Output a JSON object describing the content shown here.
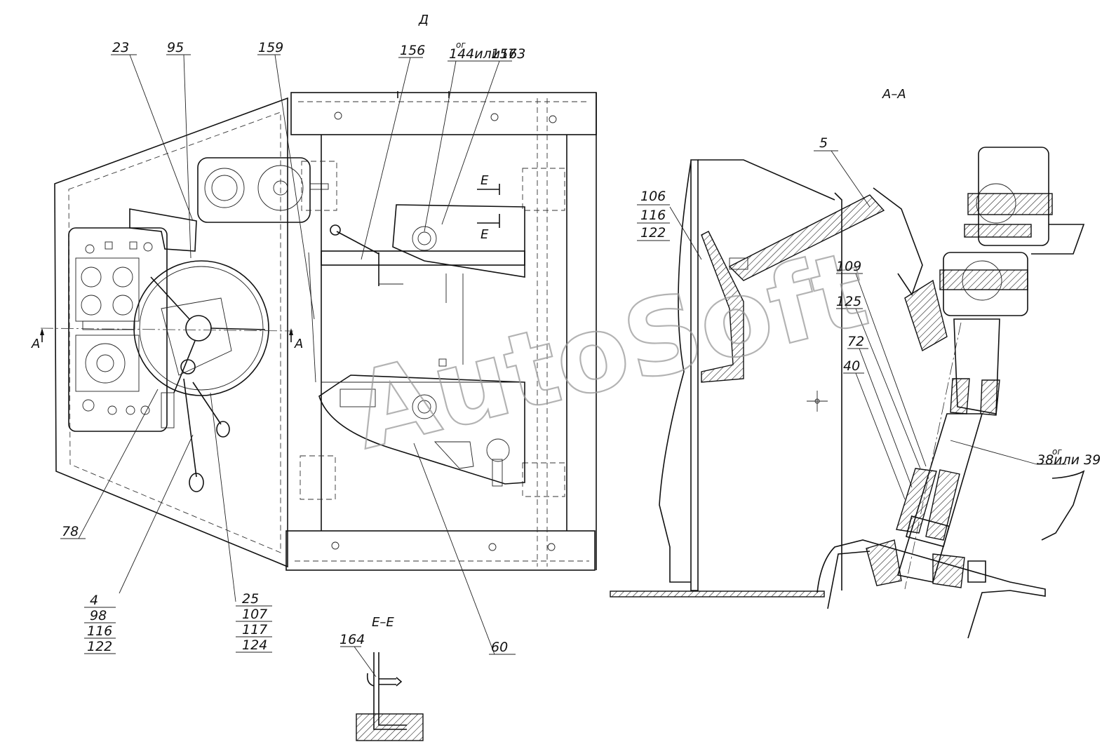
{
  "watermark": "AutoSoft",
  "view_labels": {
    "top_view": "Д",
    "section_aa": "А–А",
    "section_ee": "Е–Е",
    "cut_a_left": "А",
    "cut_a_right": "А",
    "cut_e_top": "Е",
    "cut_e_bottom": "Е"
  },
  "callouts": {
    "c23": "23",
    "c95": "95",
    "c159": "159",
    "c156": "156",
    "c144": "144или163",
    "c144_sup": "ог",
    "c157": "157",
    "c78": "78",
    "c60": "60",
    "c164": "164",
    "c5": "5",
    "c109": "109",
    "c125": "125",
    "c72": "72",
    "c40": "40",
    "c38": "38или 39",
    "c38_sup": "ог"
  },
  "stacks": {
    "s4": [
      "4",
      "98",
      "116",
      "122"
    ],
    "s25": [
      "25",
      "107",
      "117",
      "124"
    ],
    "s106": [
      "106",
      "116",
      "122"
    ]
  }
}
